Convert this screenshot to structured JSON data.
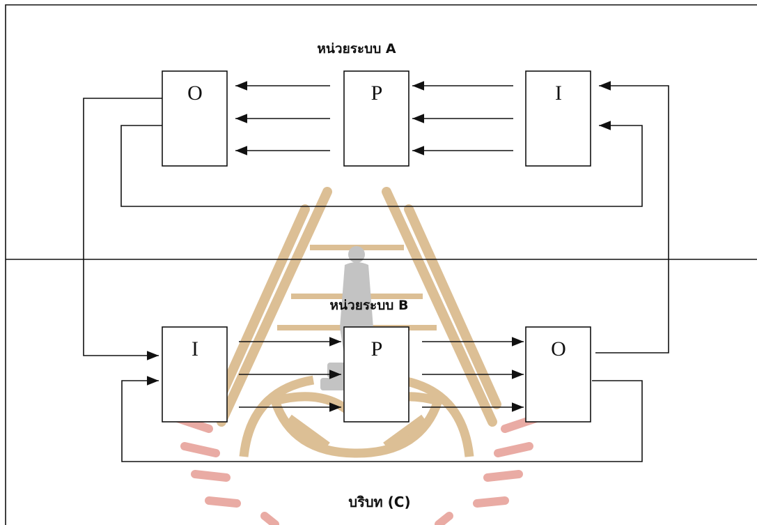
{
  "watermark": {
    "description_icon": "university-seal",
    "colors": {
      "gold": "#d9b98a",
      "red": "#e7a39b",
      "statue": "#bdbdbd"
    }
  },
  "unit_a": {
    "title": "หน่วยระบบ A",
    "boxes": {
      "output": "O",
      "process": "P",
      "input": "I"
    }
  },
  "unit_b": {
    "title": "หน่วยระบบ B",
    "boxes": {
      "input": "I",
      "process": "P",
      "output": "O"
    }
  },
  "context": {
    "label": "บริบท (C)"
  },
  "colors": {
    "line": "#111111",
    "background": "#ffffff"
  }
}
